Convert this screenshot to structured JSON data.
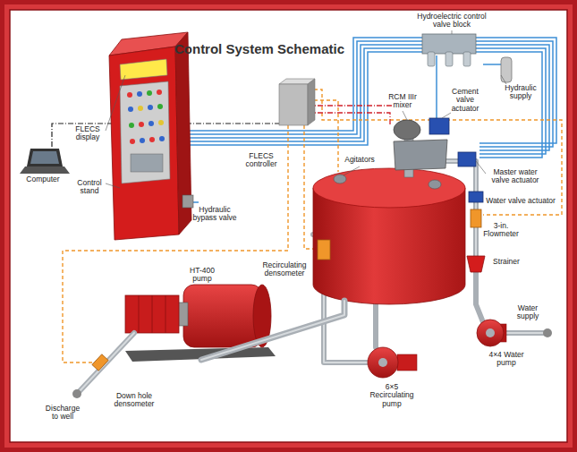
{
  "diagram": {
    "title": "Control System Schematic",
    "labels": [
      "Hydroelectric control valve block",
      "Hydraulic supply",
      "RCM IIIr mixer",
      "Cement valve actuator",
      "FLECS display",
      "FLECS controller",
      "Agitators",
      "Master water valve actuator",
      "Computer",
      "Control stand",
      "Water valve actuator",
      "Hydraulic bypass valve",
      "3-in. Flowmeter",
      "Strainer",
      "Recirculating densometer",
      "HT-400 pump",
      "Water supply",
      "4×4 Water pump",
      "6×5 Recirculating pump",
      "Down hole densometer",
      "Discharge to well"
    ]
  }
}
